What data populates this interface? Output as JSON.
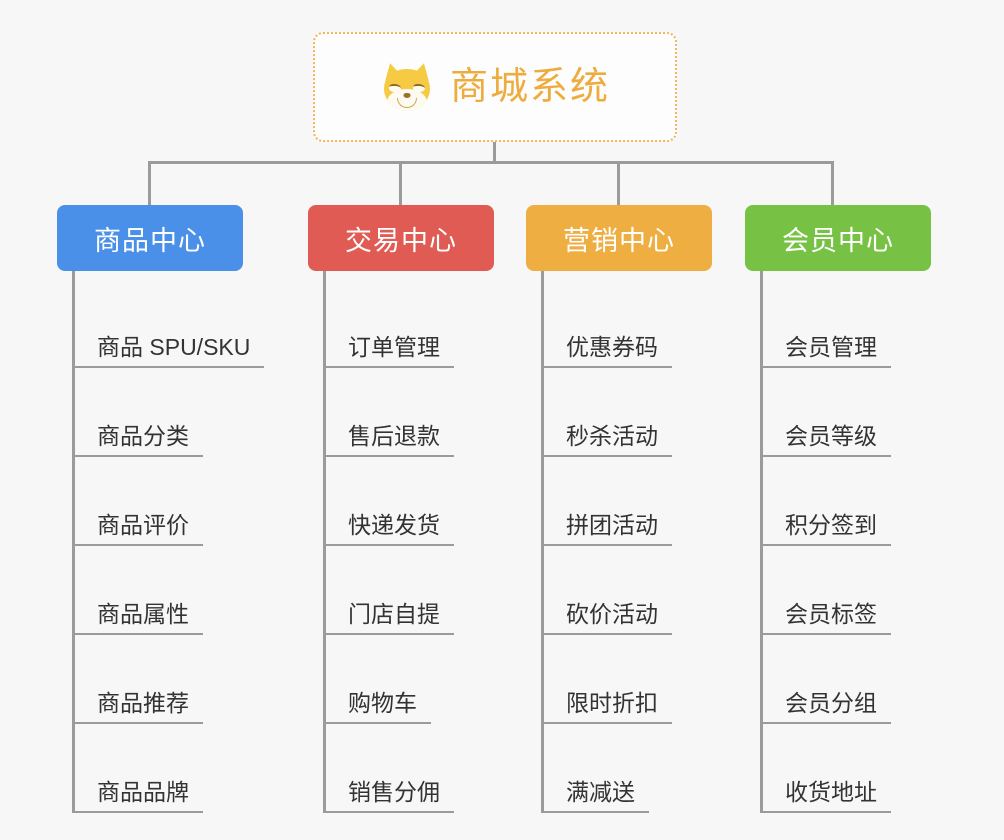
{
  "root": {
    "icon": "shiba-dog-icon",
    "title": "商城系统",
    "border_color": "#efb758",
    "text_color": "#eeab3e"
  },
  "branches": [
    {
      "id": "product-center",
      "label": "商品中心",
      "color": "#4a90e8",
      "items": [
        "商品 SPU/SKU",
        "商品分类",
        "商品评价",
        "商品属性",
        "商品推荐",
        "商品品牌"
      ]
    },
    {
      "id": "trade-center",
      "label": "交易中心",
      "color": "#e05b53",
      "items": [
        "订单管理",
        "售后退款",
        "快递发货",
        "门店自提",
        "购物车",
        "销售分佣"
      ]
    },
    {
      "id": "marketing-center",
      "label": "营销中心",
      "color": "#eeae42",
      "items": [
        "优惠券码",
        "秒杀活动",
        "拼团活动",
        "砍价活动",
        "限时折扣",
        "满减送"
      ]
    },
    {
      "id": "member-center",
      "label": "会员中心",
      "color": "#77c244",
      "items": [
        "会员管理",
        "会员等级",
        "积分签到",
        "会员标签",
        "会员分组",
        "收货地址"
      ]
    }
  ]
}
